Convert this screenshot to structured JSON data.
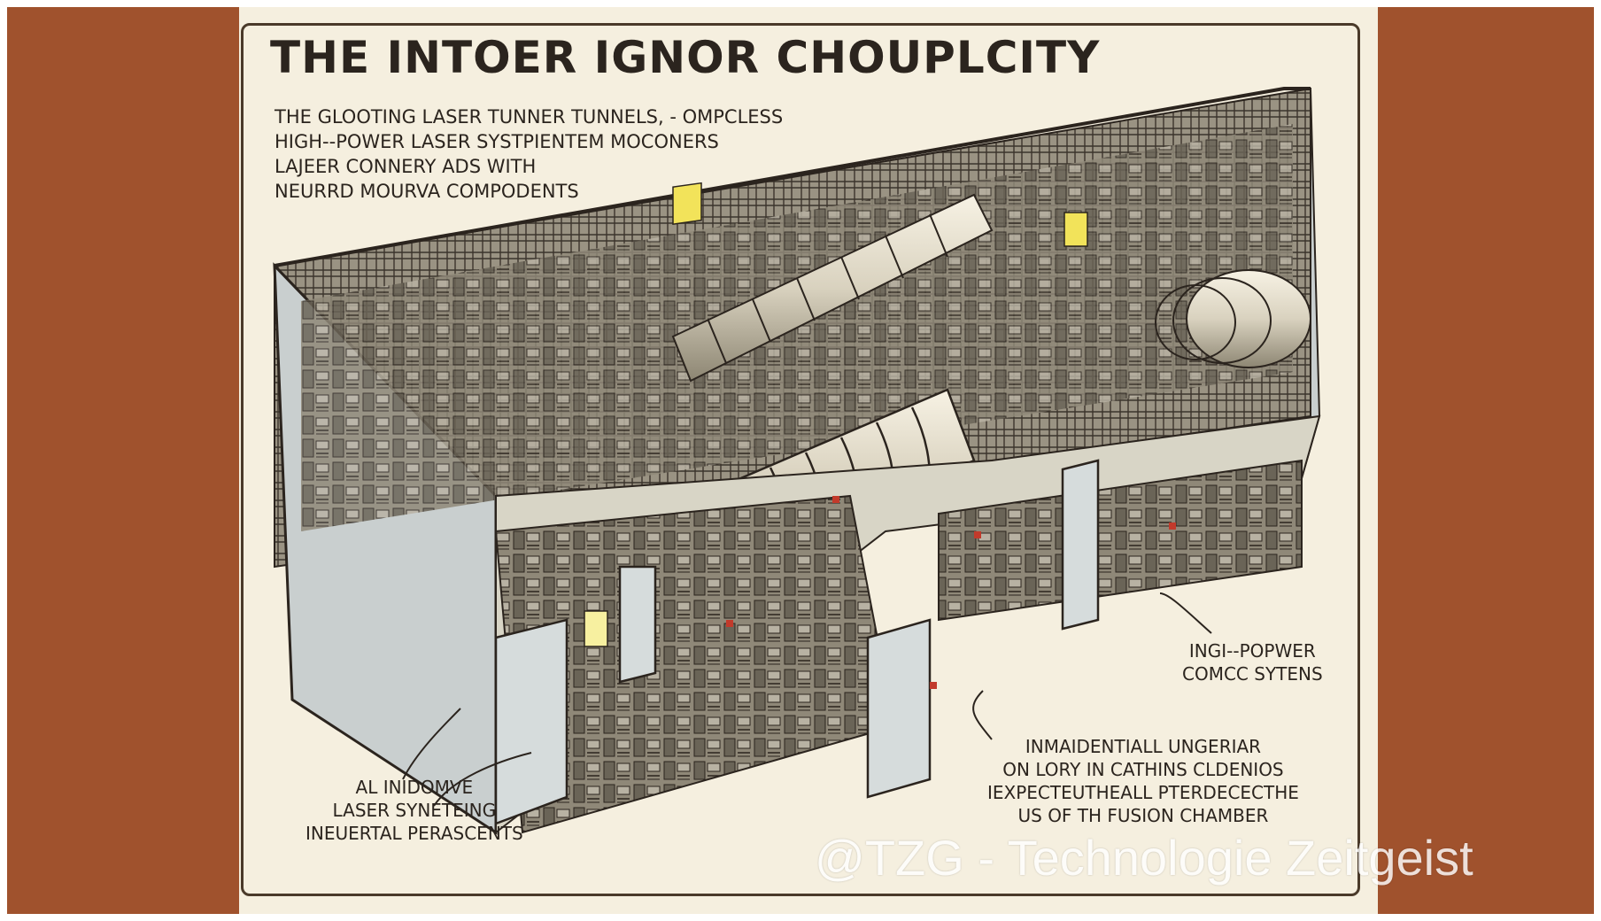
{
  "poster": {
    "title": "THE INTOER IGNOR CHOUPLCITY",
    "description_lines": [
      "THE GLOOTING LASER TUNNER TUNNELS, - OMPCLESS",
      "HIGH--POWER LASER SYSTPIENTEM MOCONERS",
      "LAJEER  CONNERY ADS WITH",
      "NEURRD MOURVA COMPODENTS"
    ],
    "callout_right_lines": [
      "INGI--POPWER",
      "COMCC SYTENS"
    ],
    "callout_middle_lines": [
      "INMAIDENTIALL UNGERIAR",
      "ON LORY IN CATHINS CLDENIOS",
      "IEXPECTEUTHEALL PTERDECECTHE",
      "US  OF TH FUSION CHAMBER"
    ],
    "callout_left_lines": [
      "AL INIDOMVE",
      "LASER SYNETEING",
      "INEUERTAL PERASCENTS"
    ]
  },
  "watermark": "@TZG - Technologie Zeitgeist",
  "colors": {
    "frame": "#a0522d",
    "paper": "#f5efdf",
    "ink": "#2b241e",
    "wall": "#c9cfcf",
    "machinery": "#7b7466",
    "accent_yellow": "#f2e35a",
    "accent_red": "#c23a2b"
  }
}
